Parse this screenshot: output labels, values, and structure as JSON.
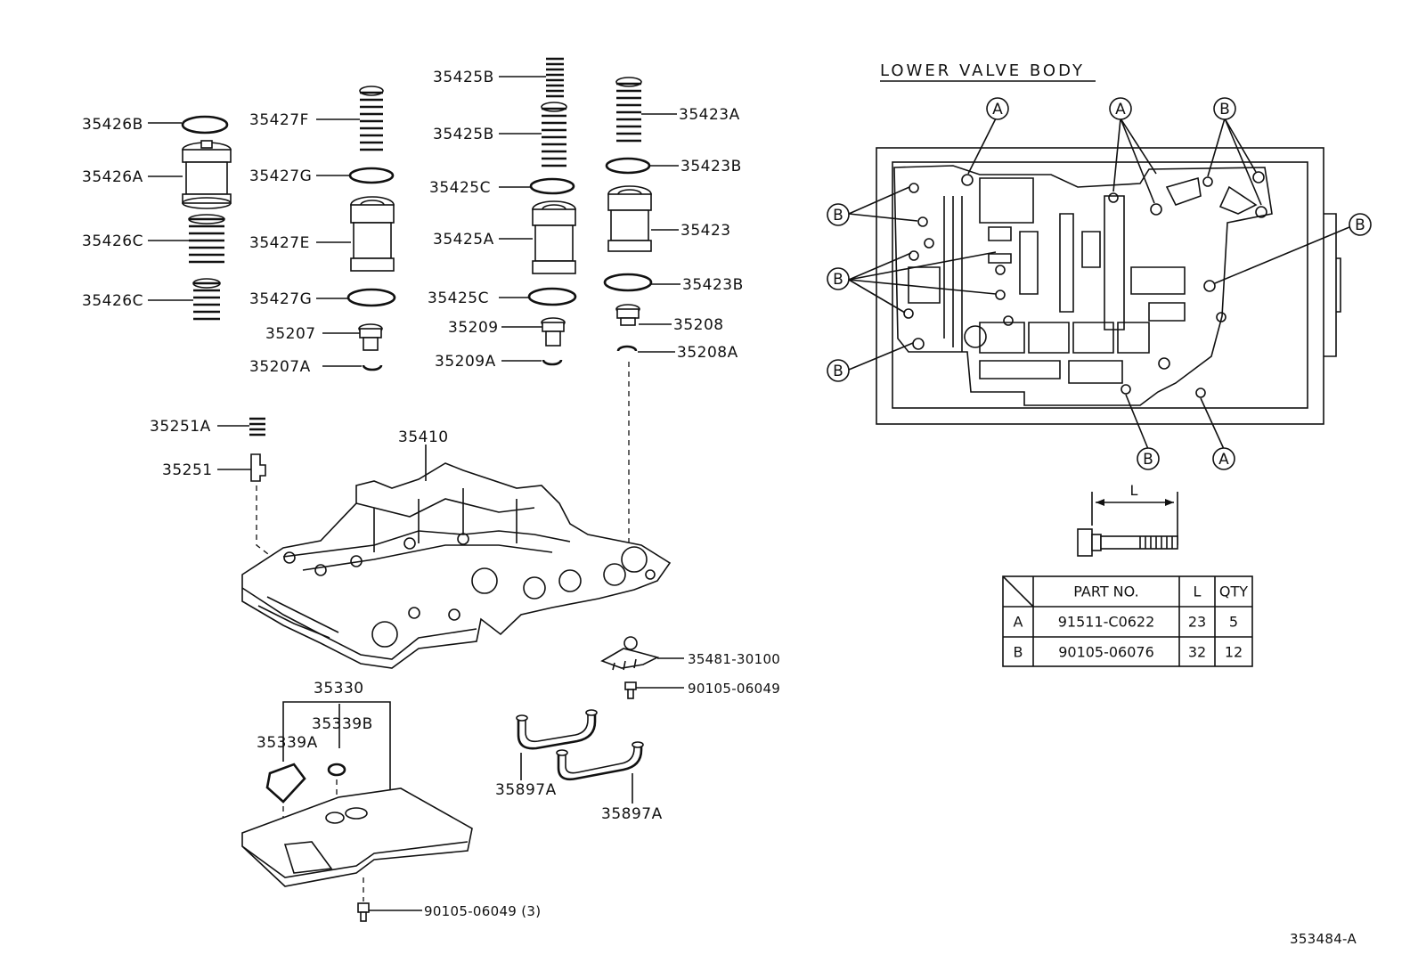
{
  "section_title": "LOWER VALVE BODY",
  "drawing_id": "353484-A",
  "parts": {
    "p35426B": "35426B",
    "p35426A": "35426A",
    "p35426C_1": "35426C",
    "p35426C_2": "35426C",
    "p35427F": "35427F",
    "p35427G_1": "35427G",
    "p35427E": "35427E",
    "p35427G_2": "35427G",
    "p35207": "35207",
    "p35207A": "35207A",
    "p35425B_1": "35425B",
    "p35425B_2": "35425B",
    "p35425C_1": "35425C",
    "p35425A": "35425A",
    "p35425C_2": "35425C",
    "p35209": "35209",
    "p35209A": "35209A",
    "p35423A": "35423A",
    "p35423B_1": "35423B",
    "p35423": "35423",
    "p35423B_2": "35423B",
    "p35208": "35208",
    "p35208A": "35208A",
    "p35251A": "35251A",
    "p35251": "35251",
    "p35410": "35410",
    "p35481": "35481-30100",
    "p90105_a": "90105-06049",
    "p35330": "35330",
    "p35339B": "35339B",
    "p35339A": "35339A",
    "p35897A_1": "35897A",
    "p35897A_2": "35897A",
    "p90105_b": "90105-06049 (3)"
  },
  "callouts": {
    "a": "A",
    "b": "B"
  },
  "bolt_dim_label": "L",
  "bolt_table": {
    "headers": [
      "PART NO.",
      "L",
      "QTY"
    ],
    "rows": [
      {
        "key": "A",
        "part_no": "91511-C0622",
        "l": "23",
        "qty": "5"
      },
      {
        "key": "B",
        "part_no": "90105-06076",
        "l": "32",
        "qty": "12"
      }
    ]
  }
}
